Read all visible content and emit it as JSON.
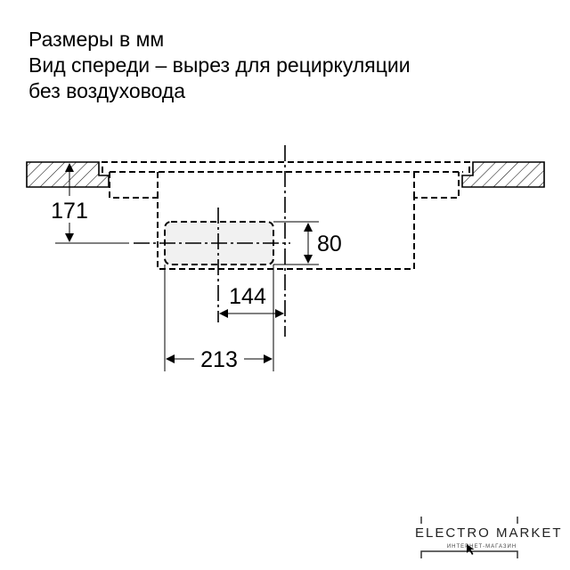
{
  "title": {
    "line1": "Размеры в мм",
    "line2": "Вид спереди – вырез для рециркуляции",
    "line3": "без воздуховода"
  },
  "dimensions": {
    "depth": "171",
    "height": "80",
    "offset": "144",
    "width": "213"
  },
  "logo": {
    "main": "ELECTRO MARKET",
    "sub": "ИНТЕРНЕТ-МАГАЗИН"
  }
}
